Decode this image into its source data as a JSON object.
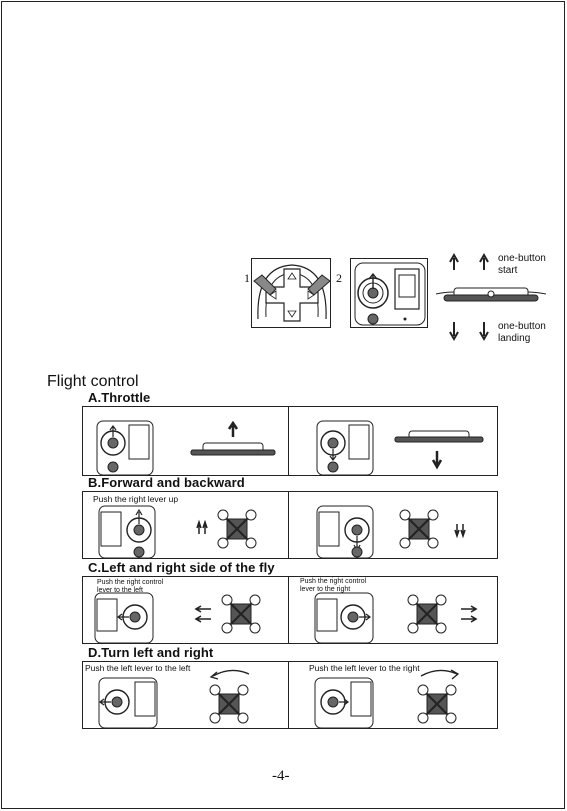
{
  "intro": {
    "step1_number": "1",
    "step2_number": "2",
    "one_button_start": [
      "one-button",
      "start"
    ],
    "one_button_landing": [
      "one-button",
      "landing"
    ]
  },
  "flight_control": {
    "heading": "Flight control",
    "sections": [
      {
        "title": "A.Throttle"
      },
      {
        "title": "B.Forward and backward",
        "left_caption": "Push the right lever up"
      },
      {
        "title": "C.Left and right side of the fly",
        "left_caption": [
          "Push the right control",
          "lever to the left"
        ],
        "right_caption": [
          "Push the right control",
          "lever to the right"
        ]
      },
      {
        "title": "D.Turn left and right",
        "left_caption": "Push the left lever to the left",
        "right_caption": "Push the left lever to the right"
      }
    ]
  },
  "footer": {
    "page_number": "-4-"
  }
}
